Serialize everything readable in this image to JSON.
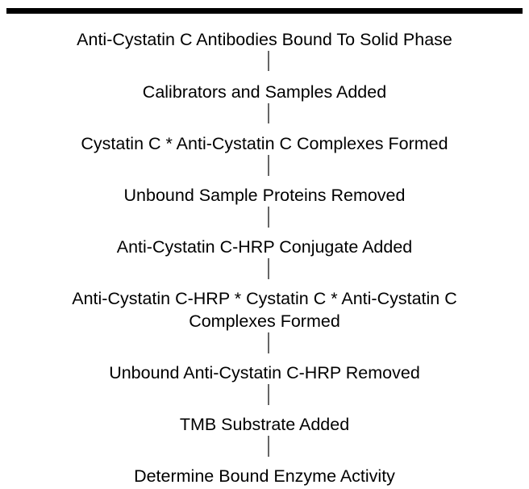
{
  "steps": [
    "Anti-Cystatin C Antibodies Bound To Solid Phase",
    "Calibrators and Samples Added",
    "Cystatin C * Anti-Cystatin C Complexes Formed",
    "Unbound Sample Proteins Removed",
    "Anti-Cystatin C-HRP Conjugate Added",
    "Anti-Cystatin C-HRP * Cystatin C * Anti-Cystatin C",
    "Complexes Formed",
    "Unbound Anti-Cystatin C-HRP Removed",
    "TMB Substrate Added",
    "Determine Bound Enzyme Activity"
  ]
}
